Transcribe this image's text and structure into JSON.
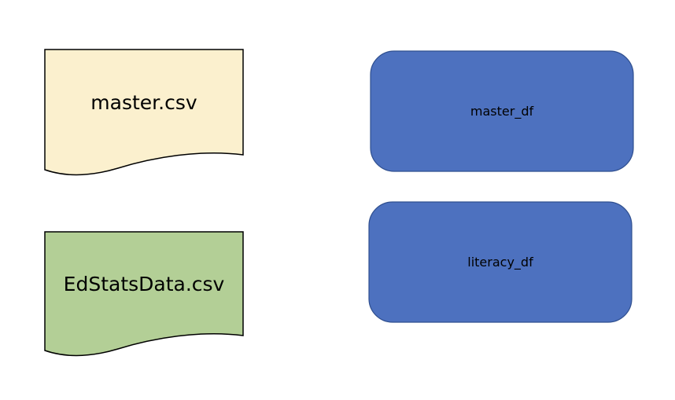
{
  "files": [
    {
      "label": "master.csv",
      "color": "#FBF0CE"
    },
    {
      "label": "EdStatsData.csv",
      "color": "#B3CF96"
    }
  ],
  "dataframes": [
    {
      "label": "master_df",
      "color": "#4D71BF",
      "border": "#2F4F8F"
    },
    {
      "label": "literacy_df",
      "color": "#4D71BF",
      "border": "#2F4F8F"
    }
  ]
}
